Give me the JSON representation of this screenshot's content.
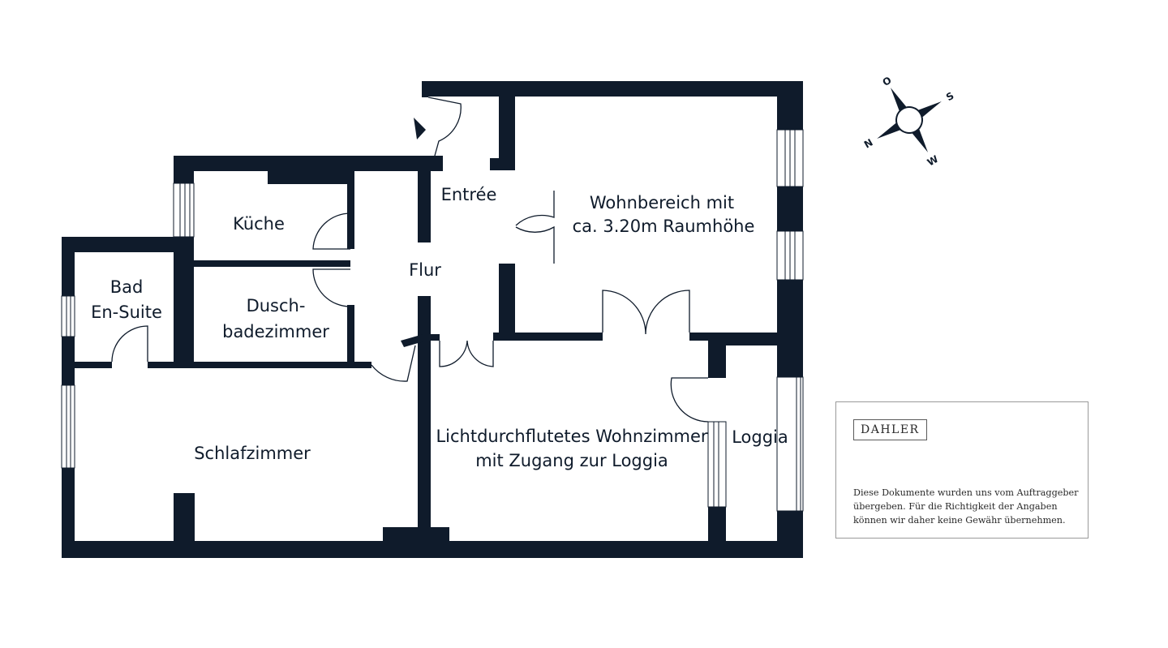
{
  "rooms": {
    "entree": "Entrée",
    "wohnbereich_line1": "Wohnbereich mit",
    "wohnbereich_line2": "ca. 3.20m Raumhöhe",
    "kueche": "Küche",
    "flur": "Flur",
    "bad_line1": "Bad",
    "bad_line2": "En-Suite",
    "dusch_line1": "Dusch-",
    "dusch_line2": "badezimmer",
    "schlafzimmer": "Schlafzimmer",
    "wohnzimmer_line1": "Lichtdurchflutetes Wohnzimmer",
    "wohnzimmer_line2": "mit Zugang zur Loggia",
    "loggia": "Loggia"
  },
  "compass": {
    "north": "N",
    "south": "S",
    "east": "O",
    "west": "W"
  },
  "info": {
    "logo": "DAHLER",
    "disclaimer_line1": "Diese Dokumente wurden uns vom Auftraggeber",
    "disclaimer_line2": "übergeben. Für die Richtigkeit der Angaben",
    "disclaimer_line3": "können wir daher keine Gewähr übernehmen."
  },
  "colors": {
    "wall": "#0f1b2b",
    "background": "#ffffff"
  }
}
